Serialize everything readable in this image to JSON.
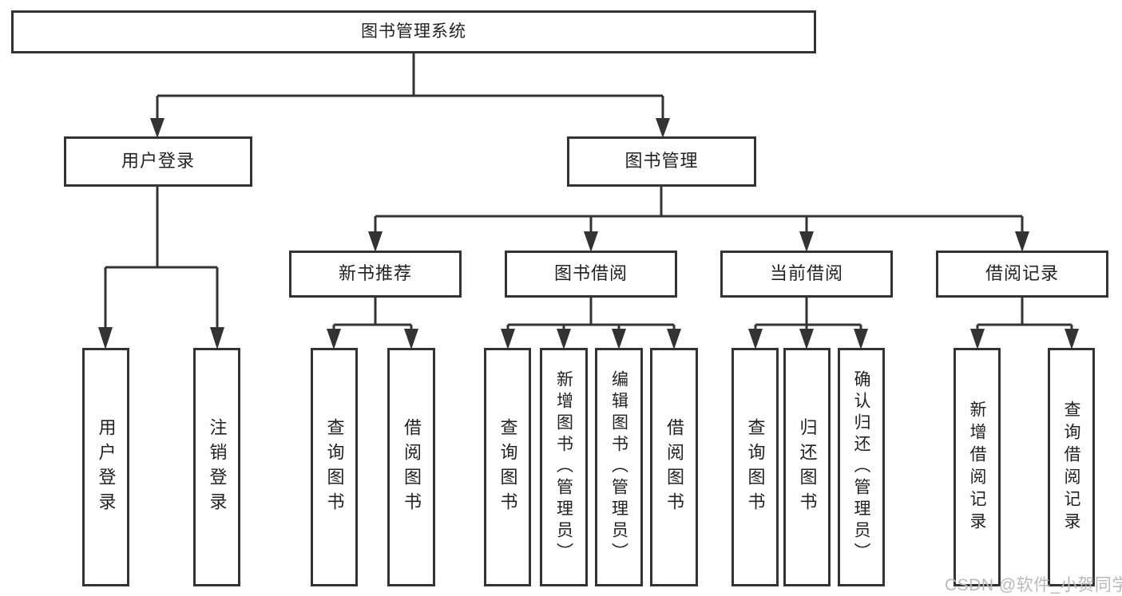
{
  "diagram": {
    "nodes": {
      "root": "图书管理系统",
      "user_login": "用户登录",
      "book_mgmt": "图书管理",
      "new_book_rec": "新书推荐",
      "book_borrow": "图书借阅",
      "current_borrow": "当前借阅",
      "borrow_records": "借阅记录",
      "leaf_user_login": "用户登录",
      "leaf_logout": "注销登录",
      "leaf_rec_query": "查询图书",
      "leaf_rec_borrow": "借阅图书",
      "leaf_bb_query": "查询图书",
      "leaf_bb_add": "新增图书（管理员）",
      "leaf_bb_edit": "编辑图书（管理员）",
      "leaf_bb_borrow": "借阅图书",
      "leaf_cb_query": "查询图书",
      "leaf_cb_return": "归还图书",
      "leaf_cb_confirm": "确认归还（管理员）",
      "leaf_br_add": "新增借阅记录",
      "leaf_br_query": "查询借阅记录"
    },
    "hierarchy": {
      "图书管理系统": {
        "用户登录": [
          "用户登录",
          "注销登录"
        ],
        "图书管理": {
          "新书推荐": [
            "查询图书",
            "借阅图书"
          ],
          "图书借阅": [
            "查询图书",
            "新增图书（管理员）",
            "编辑图书（管理员）",
            "借阅图书"
          ],
          "当前借阅": [
            "查询图书",
            "归还图书",
            "确认归还（管理员）"
          ],
          "借阅记录": [
            "新增借阅记录",
            "查询借阅记录"
          ]
        }
      }
    },
    "watermark": "CSDN @软件_小贺同学",
    "colors": {
      "line": "#333333",
      "box_border": "#333333",
      "box_fill": "#ffffff",
      "text": "#222222",
      "watermark": "#b9b9b9",
      "background": "#ffffff"
    }
  }
}
